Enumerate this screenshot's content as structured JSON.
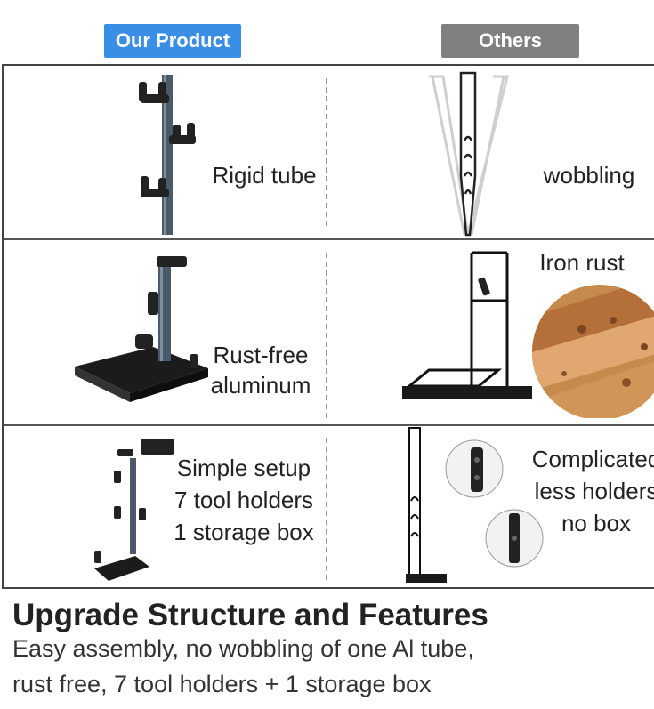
{
  "header": {
    "our_product": "Our Product",
    "others": "Others",
    "our_color": "#3a8ee6",
    "others_color": "#808080"
  },
  "rows": [
    {
      "ours": [
        "Rigid tube"
      ],
      "others": [
        "wobbling"
      ]
    },
    {
      "ours": [
        "Rust-free",
        "aluminum"
      ],
      "others": [
        "Iron rust"
      ]
    },
    {
      "ours": [
        "Simple setup",
        "7 tool holders",
        "1 storage box"
      ],
      "others": [
        "Complicated",
        "less holders",
        "no box"
      ]
    }
  ],
  "footer": {
    "title": "Upgrade Structure and Features",
    "line1": "Easy assembly, no wobbling of one Al tube,",
    "line2": "rust free, 7 tool holders + 1 storage box"
  }
}
